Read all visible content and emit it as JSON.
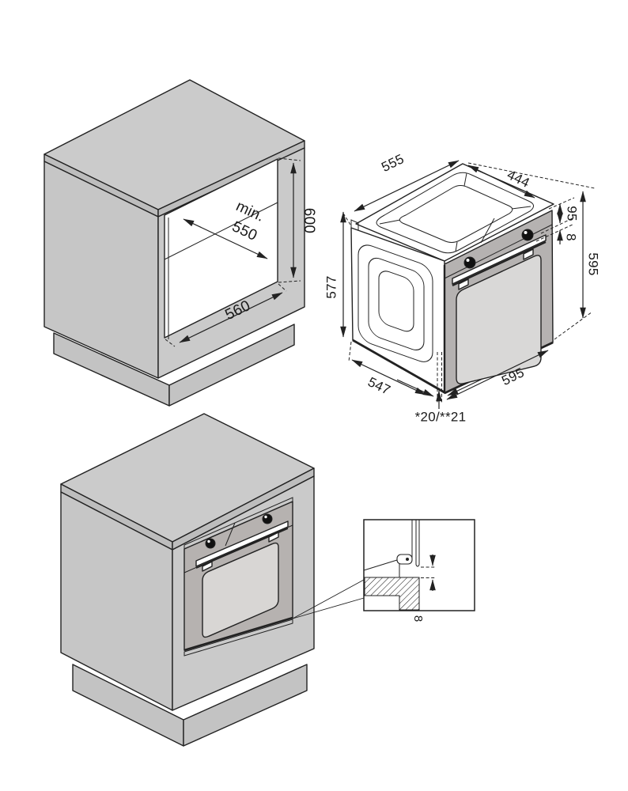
{
  "figure": "built-in oven installation dimensions diagram",
  "colors": {
    "line": "#222222",
    "cabinet_top": "#cbcbcb",
    "cabinet_side": "#c6c6c6",
    "cabinet_front": "#cacaca",
    "cabinet_band": "#bdbdbd",
    "plinth": "#c3c3c3",
    "oven_front": "#b5b2b1",
    "oven_glass": "#d9d8d7",
    "text": "#1a1a1a"
  },
  "cutout": {
    "width_min_label": "min.",
    "width_min_value": "550",
    "height": "600",
    "depth": "560"
  },
  "oven": {
    "top_depth": "555",
    "top_width": "444",
    "side_height": "577",
    "fascia_height": "95",
    "top_gap": "8",
    "overall_height": "595",
    "front_width": "595",
    "depth": "547",
    "door_protrusion": "*20/**21"
  },
  "detail": {
    "bottom_gap": "8"
  }
}
